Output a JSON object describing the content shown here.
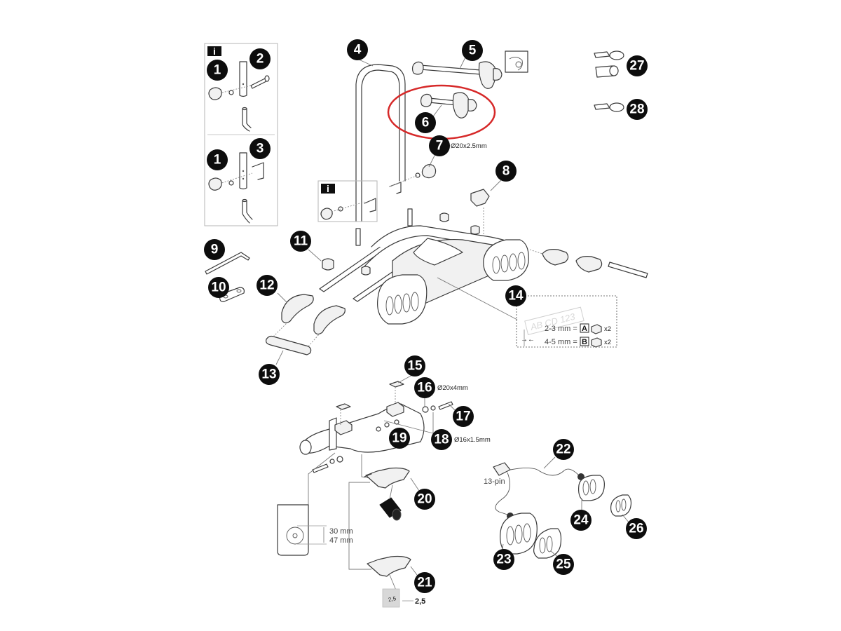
{
  "diagram": {
    "title": "Bike carrier exploded parts diagram",
    "highlight_color": "#d62828",
    "highlighted_part": "6",
    "info_badge_label": "i",
    "callouts": [
      {
        "id": "c1a",
        "label": "1"
      },
      {
        "id": "c2",
        "label": "2"
      },
      {
        "id": "c1b",
        "label": "1"
      },
      {
        "id": "c3",
        "label": "3"
      },
      {
        "id": "c4",
        "label": "4"
      },
      {
        "id": "c5",
        "label": "5"
      },
      {
        "id": "c6",
        "label": "6"
      },
      {
        "id": "c7",
        "label": "7"
      },
      {
        "id": "c8",
        "label": "8"
      },
      {
        "id": "c9",
        "label": "9"
      },
      {
        "id": "c10",
        "label": "10"
      },
      {
        "id": "c11",
        "label": "11"
      },
      {
        "id": "c12",
        "label": "12"
      },
      {
        "id": "c13",
        "label": "13"
      },
      {
        "id": "c14",
        "label": "14"
      },
      {
        "id": "c15",
        "label": "15"
      },
      {
        "id": "c16",
        "label": "16"
      },
      {
        "id": "c17",
        "label": "17"
      },
      {
        "id": "c18",
        "label": "18"
      },
      {
        "id": "c19",
        "label": "19"
      },
      {
        "id": "c20",
        "label": "20"
      },
      {
        "id": "c21",
        "label": "21"
      },
      {
        "id": "c22",
        "label": "22"
      },
      {
        "id": "c23",
        "label": "23"
      },
      {
        "id": "c24",
        "label": "24"
      },
      {
        "id": "c25",
        "label": "25"
      },
      {
        "id": "c26",
        "label": "26"
      },
      {
        "id": "c27",
        "label": "27"
      },
      {
        "id": "c28",
        "label": "28"
      }
    ],
    "annotations": {
      "part7_spec": "Ø20x2.5mm",
      "part16_spec": "Ø20x4mm",
      "part18_spec": "Ø16x1.5mm",
      "plate_text": "AB CD 123",
      "plate_row1": "2-3 mm =",
      "plate_row1_letter": "A",
      "plate_row1_qty": "x2",
      "plate_row2": "4-5 mm =",
      "plate_row2_letter": "B",
      "plate_row2_qty": "x2",
      "ball_dim1": "30 mm",
      "ball_dim2": "47 mm",
      "shim_label": "2,5",
      "shim_value": "2,5",
      "connector": "13-pin"
    }
  }
}
